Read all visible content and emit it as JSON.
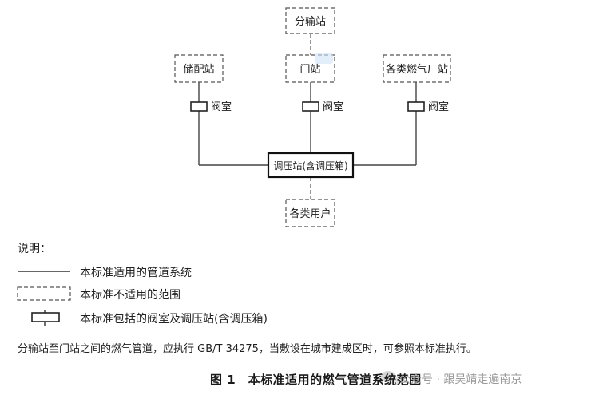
{
  "diagram": {
    "nodes": {
      "fenshuzhan": "分输站",
      "chupeizhan": "储配站",
      "menzhan": "门站",
      "gelei_ranqichangzhan": "各类燃气厂站",
      "tiaoyazhan": "调压站(含调压箱)",
      "gelei_yonghu": "各类用户"
    },
    "valve_label": "阀室"
  },
  "legend": {
    "title": "说明：",
    "items": [
      "本标准适用的管道系统",
      "本标准不适用的范围",
      "本标准包括的阀室及调压站(含调压箱)"
    ]
  },
  "note": "分输站至门站之间的燃气管道，应执行 GB/T 34275，当敷设在城市建成区时，可参照本标准执行。",
  "caption": "图 1　本标准适用的燃气管道系统范围",
  "watermark": {
    "text": "公众号 · 跟吴靖走遍南京"
  },
  "colors": {
    "line": "#444444",
    "dashed_border": "#555555",
    "text": "#1a1a1a",
    "watermark": "#9a9a9a"
  }
}
